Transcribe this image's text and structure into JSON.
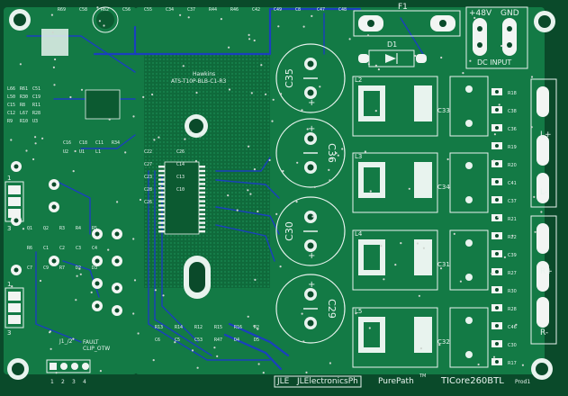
{
  "board": {
    "colors": {
      "mask": "#0a4a2a",
      "copper": "#137a45",
      "silk": "#e8f3ee",
      "trace": "#1a3fbf",
      "pad": "#f2f5f3"
    },
    "power_header": {
      "vin": "+48V",
      "gnd": "GND",
      "caption": "DC INPUT"
    },
    "fuse_label": "F1",
    "diode_label": "D1",
    "main_ic": {
      "maker": "Hawkins",
      "part": "ATS-T10P-BLB-C1-R3"
    },
    "bulk_caps": [
      "C35",
      "C36",
      "C30",
      "C29"
    ],
    "inductors": [
      "L2",
      "L3",
      "L4",
      "L5"
    ],
    "film_caps": [
      "C33",
      "C34",
      "C31",
      "C32"
    ],
    "output_header_top": [
      "L+",
      "L-"
    ],
    "output_header_bottom": [
      "R+",
      "R-"
    ],
    "bottom_labels": {
      "jlc_left": "JLE",
      "jlc_full": "JLElectronicsPh",
      "purepath": "PurePath",
      "tm": "TM",
      "product": "TICore260BTL",
      "rev": "Prod1"
    },
    "header_pins": {
      "j3_top": "J1_/2",
      "fault": "FAULT",
      "clip_otw": "CLIP_OTW",
      "pins": [
        "1",
        "2",
        "3",
        "4"
      ]
    },
    "left_connector_labels": [
      "1",
      "3",
      "1",
      "3"
    ],
    "misc_refs": {
      "top": [
        "R69",
        "C58",
        "R62",
        "C56",
        "C55",
        "C34",
        "C37",
        "R44",
        "R46",
        "C42",
        "C49",
        "C8",
        "C47",
        "C48"
      ],
      "left": [
        "L66",
        "R61",
        "C51",
        "L50",
        "R30",
        "C19",
        "C15",
        "R8",
        "R11",
        "C12",
        "L67",
        "R28",
        "R9",
        "R10",
        "U3"
      ],
      "mid_left": [
        "C16",
        "C18",
        "C11",
        "R34",
        "U2",
        "U1",
        "L1"
      ],
      "mid": [
        "C22",
        "C26",
        "C27",
        "C14",
        "C23",
        "C13",
        "C28",
        "C10",
        "C26"
      ],
      "right_column": [
        "R18",
        "C38",
        "C36",
        "R19",
        "R20",
        "C41",
        "C37",
        "R21",
        "R22",
        "C39",
        "R27",
        "R30",
        "R28",
        "C46",
        "C30",
        "R17"
      ],
      "bottom_mid": [
        "R13",
        "R14",
        "R12",
        "R15",
        "R16",
        "R2",
        "C6",
        "C5",
        "C53",
        "R47",
        "D4",
        "D5"
      ],
      "left_parts": [
        "Q1",
        "Q2",
        "R3",
        "R4",
        "R5",
        "R6",
        "C1",
        "C2",
        "C3",
        "C4",
        "C7",
        "C9",
        "R7",
        "D2",
        "D3"
      ]
    }
  }
}
